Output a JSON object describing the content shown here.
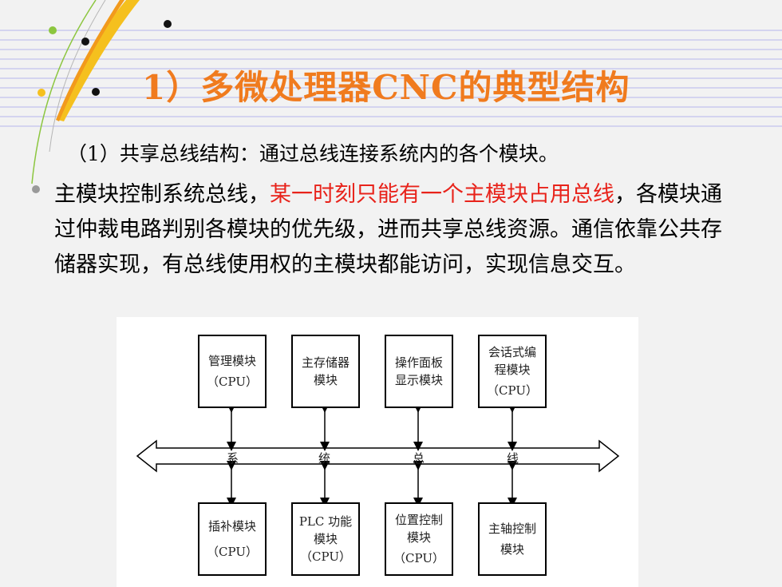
{
  "slide": {
    "title": "1）多微处理器CNC的典型结构",
    "subtitle": "（1）共享总线结构：通过总线连接系统内的各个模块。",
    "body": {
      "part1": "主模块控制系统总线，",
      "highlight": "某一时刻只能有一个主模块占用总线",
      "part2": "，各模块通过仲裁电路判别各模块的优先级，进而共享总线资源。通信依靠公共存储器实现，有总线使用权的主模块都能访问，实现信息交互。"
    },
    "colors": {
      "title": "#f07b1e",
      "highlight": "#e8231b",
      "accent_yellow": "#f5c01e",
      "accent_green": "#8cc63f"
    }
  },
  "diagram": {
    "top_modules": [
      {
        "line1": "管理模块",
        "line2": "（CPU）",
        "line3": ""
      },
      {
        "line1": "主存储器",
        "line2": "模块",
        "line3": ""
      },
      {
        "line1": "操作面板",
        "line2": "显示模块",
        "line3": ""
      },
      {
        "line1": "会话式编",
        "line2": "程模块",
        "line3": "（CPU）"
      }
    ],
    "bottom_modules": [
      {
        "line1": "插补模块",
        "line2": "（CPU）",
        "line3": ""
      },
      {
        "line1": "PLC 功能",
        "line2": "模块",
        "line3": "（CPU）"
      },
      {
        "line1": "位置控制",
        "line2": "模块",
        "line3": "（CPU）"
      },
      {
        "line1": "主轴控制",
        "line2": "模块",
        "line3": ""
      }
    ],
    "bus_labels": [
      "系",
      "统",
      "总",
      "线"
    ]
  }
}
